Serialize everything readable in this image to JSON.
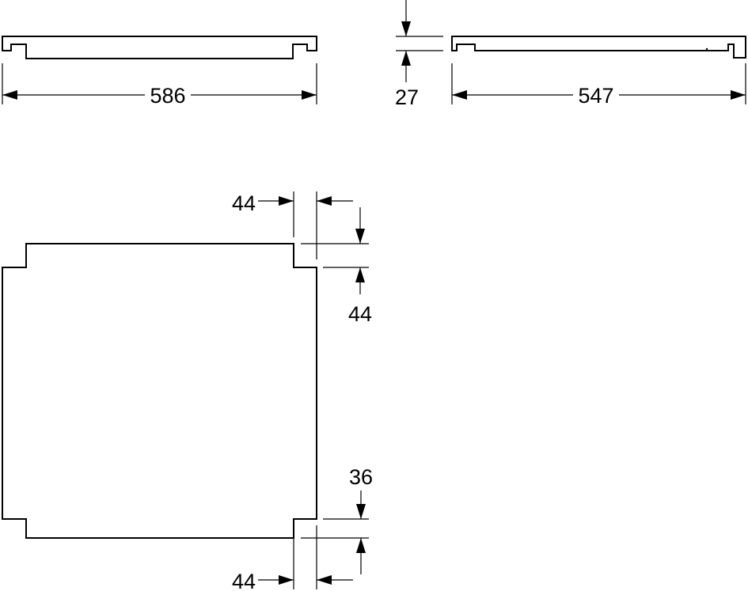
{
  "dimensions": {
    "front_width": "586",
    "height": "27",
    "side_width": "547",
    "top_right_notch_width": "44",
    "top_right_notch_depth": "44",
    "bottom_right_notch_depth": "36",
    "bottom_right_notch_width": "44"
  },
  "colors": {
    "line": "#000000",
    "background": "#ffffff"
  }
}
